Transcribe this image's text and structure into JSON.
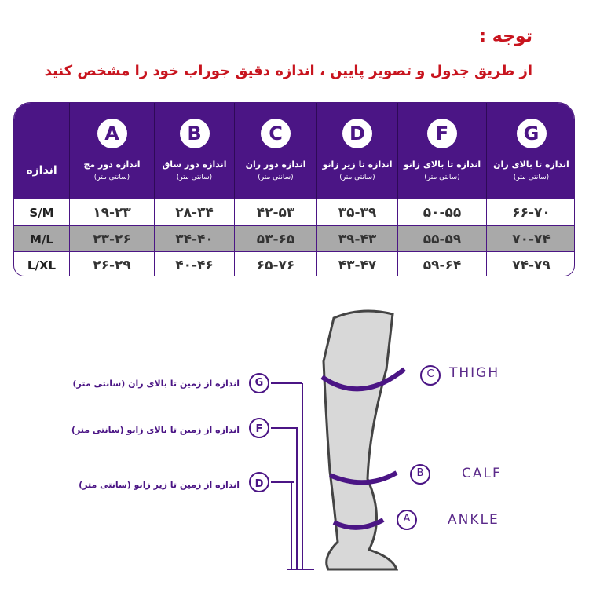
{
  "notice": {
    "title": "توجه :",
    "text": "از طریق جدول و تصویر پایین ، اندازه دقیق جوراب خود را مشخص کنید"
  },
  "table": {
    "size_header": "اندازه",
    "unit": "(سانتی متر)",
    "columns": [
      {
        "letter": "A",
        "label": "اندازه دور مچ"
      },
      {
        "letter": "B",
        "label": "اندازه دور ساق"
      },
      {
        "letter": "C",
        "label": "اندازه دور ران"
      },
      {
        "letter": "D",
        "label": "اندازه تا زیر زانو"
      },
      {
        "letter": "F",
        "label": "اندازه تا بالای زانو"
      },
      {
        "letter": "G",
        "label": "اندازه تا بالای ران"
      }
    ],
    "rows": [
      {
        "size": "S/M",
        "values": [
          "۱۹-۲۳",
          "۲۸-۳۴",
          "۴۲-۵۳",
          "۳۵-۳۹",
          "۵۰-۵۵",
          "۶۶-۷۰"
        ]
      },
      {
        "size": "M/L",
        "values": [
          "۲۳-۲۶",
          "۳۴-۴۰",
          "۵۳-۶۵",
          "۳۹-۴۳",
          "۵۵-۵۹",
          "۷۰-۷۴"
        ]
      },
      {
        "size": "L/XL",
        "values": [
          "۲۶-۲۹",
          "۴۰-۴۶",
          "۶۵-۷۶",
          "۴۳-۴۷",
          "۵۹-۶۴",
          "۷۴-۷۹"
        ]
      }
    ],
    "colors": {
      "header": "#4b1585",
      "highlight_row": "#a9a9a9"
    }
  },
  "diagram": {
    "heights": [
      {
        "letter": "G",
        "label": "اندازه از زمین تا بالای ران (سانتی متر)"
      },
      {
        "letter": "F",
        "label": "اندازه از زمین تا بالای زانو (سانتی متر)"
      },
      {
        "letter": "D",
        "label": "اندازه از زمین تا زیر زانو (سانتی متر)"
      }
    ],
    "girths": [
      {
        "letter": "C",
        "label": "THIGH"
      },
      {
        "letter": "B",
        "label": "CALF"
      },
      {
        "letter": "A",
        "label": "ANKLE"
      }
    ]
  }
}
